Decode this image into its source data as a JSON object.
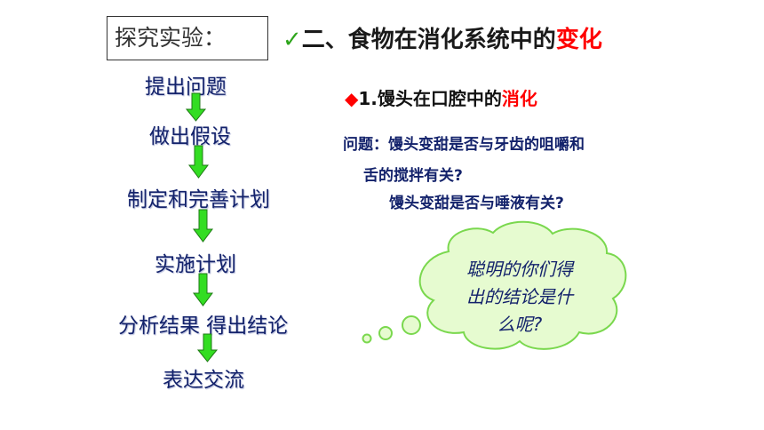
{
  "header": {
    "box_label": "探究实验：",
    "check": "✓",
    "title_main": "二、食物在消化系统中的",
    "title_red": "变化"
  },
  "steps": [
    "提出问题",
    "做出假设",
    "制定和完善计划",
    "实施计划",
    "分析结果 得出结论",
    "表达交流"
  ],
  "section": {
    "bullet": "◆",
    "prefix": "1.",
    "main": "馒头在口腔中的",
    "red": "消化"
  },
  "questions": {
    "line1": "问题：馒头变甜是否与牙齿的咀嚼和",
    "line2": "舌的搅拌有关?",
    "line3": "馒头变甜是否与唾液有关?"
  },
  "bubble": {
    "line1": "聪明的你们得",
    "line2": "出的结论是什",
    "line3": "么呢?"
  },
  "colors": {
    "accent_red": "#ff0000",
    "step_text": "#13226b",
    "arrow_green": "#33dd22",
    "cloud_fill": "#e6fbd0",
    "cloud_stroke": "#7ad84e"
  }
}
